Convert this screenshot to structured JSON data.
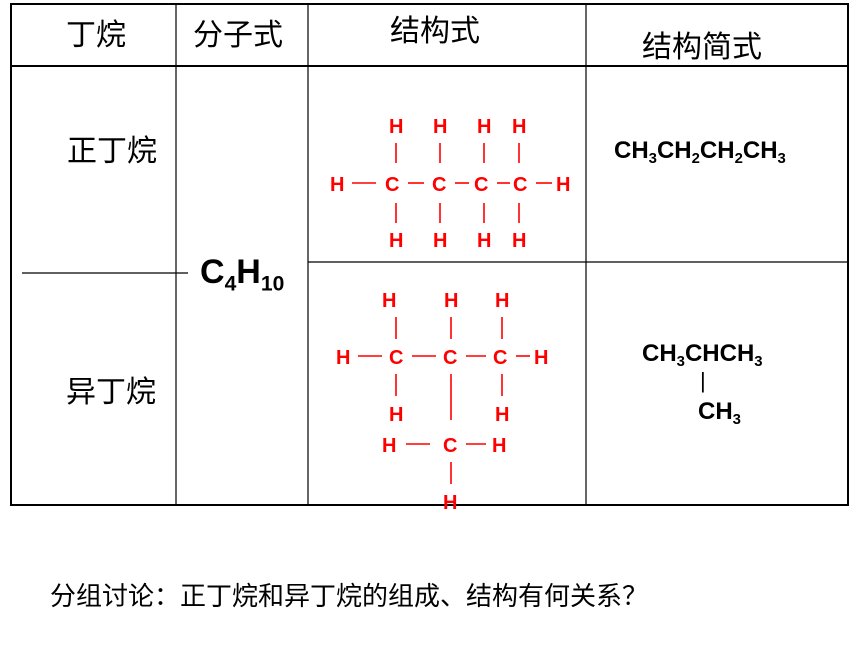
{
  "table": {
    "headers": {
      "butane": "丁烷",
      "molecular_formula": "分子式",
      "structural_formula": "结构式",
      "condensed_formula": "结构简式"
    },
    "rows": [
      {
        "name": "正丁烷",
        "condensed": {
          "parts": [
            "CH",
            "3",
            "CH",
            "2",
            "CH",
            "2",
            "CH",
            "3"
          ]
        }
      },
      {
        "name": "异丁烷",
        "condensed": {
          "main": [
            "CH",
            "3",
            "CHCH",
            "3"
          ],
          "bond": "|",
          "branch": [
            "CH",
            "3"
          ]
        }
      }
    ],
    "molecular_formula": {
      "c": "C",
      "c_count": "4",
      "h": "H",
      "h_count": "10"
    }
  },
  "atoms": {
    "hydrogen": "H",
    "carbon": "C",
    "bond_vertical": "|"
  },
  "question": "分组讨论：正丁烷和异丁烷的组成、结构有何关系？",
  "colors": {
    "structure_red": "#ff0000",
    "border": "#000000"
  }
}
